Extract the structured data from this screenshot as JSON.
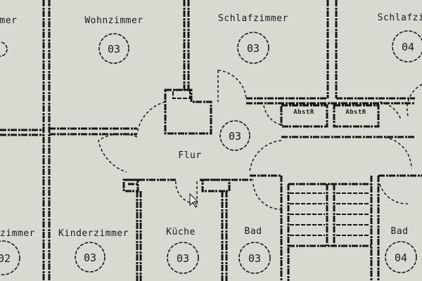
{
  "rooms": [
    {
      "name": "mer",
      "number": ""
    },
    {
      "name": "Wohnzimmer",
      "number": "03"
    },
    {
      "name": "Schlafzimmer",
      "number": "03"
    },
    {
      "name": "Schlafzi",
      "number": "04"
    },
    {
      "name": "Flur",
      "number": "03"
    },
    {
      "name": "zimmer",
      "number": "02"
    },
    {
      "name": "Kinderzimmer",
      "number": "03"
    },
    {
      "name": "Küche",
      "number": "03"
    },
    {
      "name": "Bad",
      "number": "03"
    },
    {
      "name": "Bad",
      "number": "04"
    }
  ],
  "closets": [
    "AbstR",
    "AbstR"
  ],
  "colors": {
    "background": "#d9d9d2",
    "lines": "#151515"
  }
}
